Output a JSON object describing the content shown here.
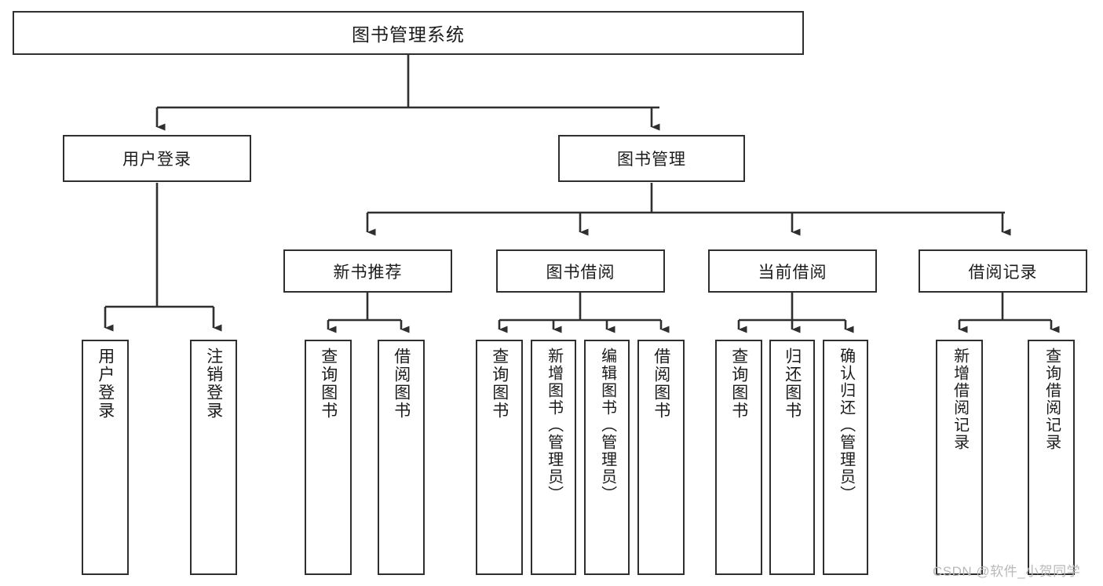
{
  "diagram": {
    "title": "图书管理系统",
    "type": "hierarchy-tree",
    "watermark": "CSDN @软件_小贺同学",
    "colors": {
      "stroke": "#2f2f2f",
      "fill": "#ffffff",
      "text": "#1b1b1b",
      "watermark": "#b9b9b9"
    },
    "nodes": {
      "root": {
        "label": "图书管理系统"
      },
      "level1": [
        {
          "id": "user-login",
          "label": "用户登录"
        },
        {
          "id": "book-manage",
          "label": "图书管理"
        }
      ],
      "level2": [
        {
          "id": "new-book-rec",
          "label": "新书推荐",
          "parent": "book-manage"
        },
        {
          "id": "book-borrow",
          "label": "图书借阅",
          "parent": "book-manage"
        },
        {
          "id": "current-borrow",
          "label": "当前借阅",
          "parent": "book-manage"
        },
        {
          "id": "borrow-record",
          "label": "借阅记录",
          "parent": "book-manage"
        }
      ],
      "leaves": [
        {
          "id": "leaf-user-login",
          "label": "用户登录",
          "parent": "user-login"
        },
        {
          "id": "leaf-user-logout",
          "label": "注销登录",
          "parent": "user-login"
        },
        {
          "id": "leaf-query-book-1",
          "label": "查询图书",
          "parent": "new-book-rec"
        },
        {
          "id": "leaf-borrow-book-1",
          "label": "借阅图书",
          "parent": "new-book-rec"
        },
        {
          "id": "leaf-query-book-2",
          "label": "查询图书",
          "parent": "book-borrow"
        },
        {
          "id": "leaf-add-book",
          "label": "新增图书（管理员）",
          "parent": "book-borrow"
        },
        {
          "id": "leaf-edit-book",
          "label": "编辑图书（管理员）",
          "parent": "book-borrow"
        },
        {
          "id": "leaf-borrow-book-2",
          "label": "借阅图书",
          "parent": "book-borrow"
        },
        {
          "id": "leaf-query-book-3",
          "label": "查询图书",
          "parent": "current-borrow"
        },
        {
          "id": "leaf-return-book",
          "label": "归还图书",
          "parent": "current-borrow"
        },
        {
          "id": "leaf-confirm-return",
          "label": "确认归还（管理员）",
          "parent": "current-borrow"
        },
        {
          "id": "leaf-add-record",
          "label": "新增借阅记录",
          "parent": "borrow-record"
        },
        {
          "id": "leaf-query-record",
          "label": "查询借阅记录",
          "parent": "borrow-record"
        }
      ]
    }
  }
}
